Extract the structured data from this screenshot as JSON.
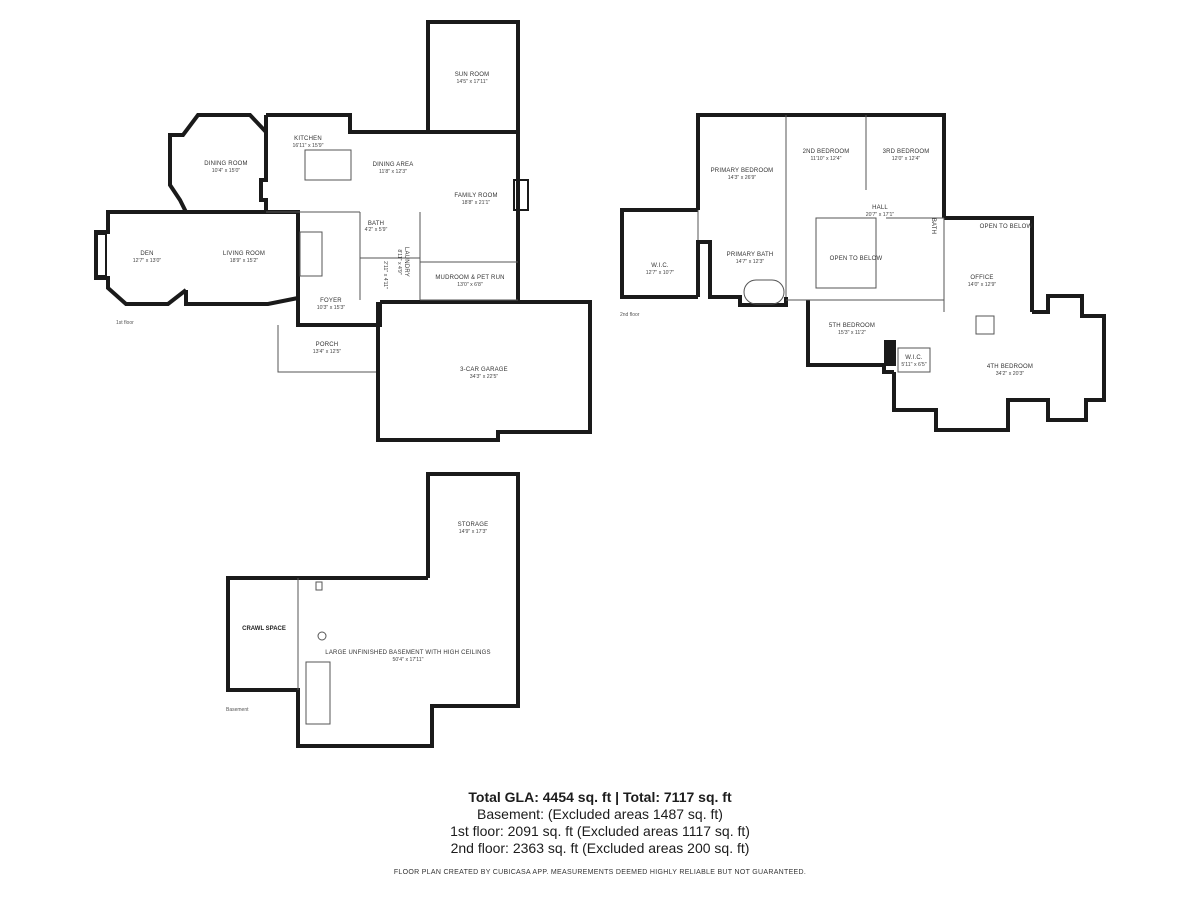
{
  "floors": {
    "first": {
      "label": "1st floor",
      "rooms": {
        "sun_room": {
          "name": "SUN ROOM",
          "dim": "14'5\" x 17'11\""
        },
        "kitchen": {
          "name": "KITCHEN",
          "dim": "16'11\" x 15'9\""
        },
        "dining_room": {
          "name": "DINING ROOM",
          "dim": "10'4\" x 15'0\""
        },
        "dining_area": {
          "name": "DINING AREA",
          "dim": "11'8\" x 12'3\""
        },
        "family_room": {
          "name": "FAMILY ROOM",
          "dim": "18'8\" x 21'1\""
        },
        "den": {
          "name": "DEN",
          "dim": "12'7\" x 13'0\""
        },
        "living_room": {
          "name": "LIVING ROOM",
          "dim": "18'9\" x 15'2\""
        },
        "bath": {
          "name": "BATH",
          "dim": "4'2\" x 5'9\""
        },
        "laundry": {
          "name": "LAUNDRY",
          "dim": "8'11\" x 4'9\""
        },
        "closet": {
          "name": "2'11\" x 4'11\""
        },
        "mudroom": {
          "name": "MUDROOM & PET RUN",
          "dim": "13'0\" x 6'8\""
        },
        "foyer": {
          "name": "FOYER",
          "dim": "10'3\" x 15'3\""
        },
        "porch": {
          "name": "PORCH",
          "dim": "13'4\" x 12'5\""
        },
        "garage": {
          "name": "3-CAR GARAGE",
          "dim": "34'3\" x 22'5\""
        }
      }
    },
    "second": {
      "label": "2nd floor",
      "rooms": {
        "primary_bedroom": {
          "name": "PRIMARY BEDROOM",
          "dim": "14'3\" x 26'9\""
        },
        "bedroom2": {
          "name": "2ND BEDROOM",
          "dim": "11'10\" x 12'4\""
        },
        "bedroom3": {
          "name": "3RD BEDROOM",
          "dim": "12'0\" x 12'4\""
        },
        "hall": {
          "name": "HALL",
          "dim": "20'7\" x 17'1\""
        },
        "wic_large": {
          "name": "W.I.C.",
          "dim": "12'7\" x 10'7\""
        },
        "primary_bath": {
          "name": "PRIMARY BATH",
          "dim": "14'7\" x 12'3\""
        },
        "open_below_1": {
          "name": "OPEN TO BELOW"
        },
        "open_below_2": {
          "name": "OPEN TO BELOW"
        },
        "office": {
          "name": "OFFICE",
          "dim": "14'0\" x 12'9\""
        },
        "bedroom5": {
          "name": "5TH BEDROOM",
          "dim": "15'3\" x 11'2\""
        },
        "wic_small": {
          "name": "W.I.C.",
          "dim": "5'11\" x 6'5\""
        },
        "bedroom4": {
          "name": "4TH BEDROOM",
          "dim": "34'2\" x 20'3\""
        },
        "bath_small": {
          "name": "BATH"
        }
      }
    },
    "basement": {
      "label": "Basement",
      "rooms": {
        "storage": {
          "name": "STORAGE",
          "dim": "14'9\" x 17'3\""
        },
        "crawl": {
          "name": "CRAWL SPACE"
        },
        "unfinished": {
          "name": "LARGE UNFINISHED BASEMENT WITH HIGH CEILINGS",
          "dim": "50'4\" x 17'11\""
        }
      }
    }
  },
  "summary": {
    "total_line": "Total GLA: 4454 sq. ft | Total: 7117 sq. ft",
    "basement_line": "Basement: (Excluded areas 1487 sq. ft)",
    "first_floor_line": "1st floor: 2091 sq. ft (Excluded areas 1117 sq. ft)",
    "second_floor_line": "2nd floor: 2363 sq. ft (Excluded areas 200 sq. ft)"
  },
  "footnote": "FLOOR PLAN CREATED BY CUBICASA APP. MEASUREMENTS DEEMED HIGHLY RELIABLE BUT NOT GUARANTEED."
}
